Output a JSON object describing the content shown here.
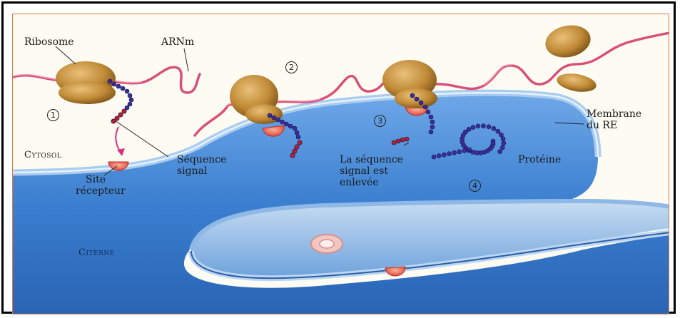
{
  "diagram": {
    "labels": {
      "ribosome": "Ribosome",
      "mrna": "ARNm",
      "cytosol": "Cytosol",
      "signal_sequence_line1": "Séquence",
      "signal_sequence_line2": "signal",
      "receptor_site_line1": "Site",
      "receptor_site_line2": "récepteur",
      "signal_removed_line1": "La séquence",
      "signal_removed_line2": "signal est",
      "signal_removed_line3": "enlevée",
      "protein": "Protéine",
      "membrane_line1": "Membrane",
      "membrane_line2": "du RE",
      "cisterna": "Citerne"
    },
    "steps": [
      "1",
      "2",
      "3",
      "4"
    ],
    "colors": {
      "ribosome": "#c08a36",
      "mrna": "#d8507a",
      "receptor": "#e8604a",
      "er_lumen": "#2f74c8",
      "protein_bead": "#3a2f9a",
      "signal_bead": "#b8202a"
    }
  }
}
